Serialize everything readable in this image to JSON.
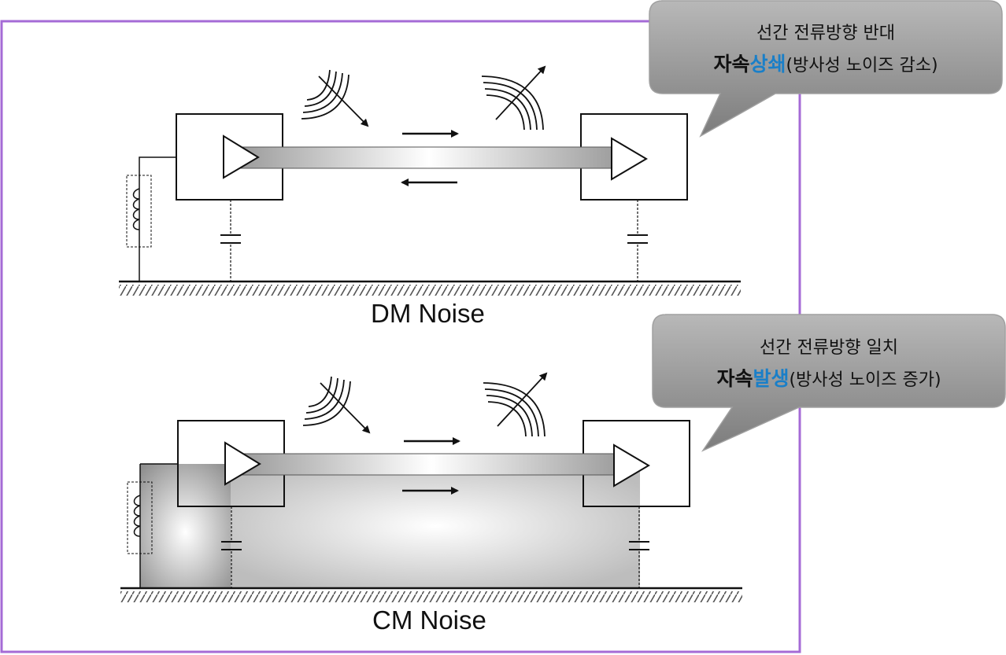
{
  "colors": {
    "frame": "#a56bd6",
    "accent": "#1a7fc8",
    "ink": "#111111"
  },
  "dm": {
    "caption": "DM Noise",
    "callout": {
      "line1": "선간 전류방향 반대",
      "emph": "자속",
      "accent_word": "상쇄",
      "rest": "(방사성 노이즈 감소)"
    }
  },
  "cm": {
    "caption": "CM Noise",
    "callout": {
      "line1": "선간 전류방향 일치",
      "emph": "자속",
      "accent_word": "발생",
      "rest": "(방사성 노이즈 증가)"
    }
  },
  "icons": [
    "triangle-buffer-icon",
    "arrow-right-icon",
    "arrow-left-icon",
    "radiation-waves-icon",
    "inductor-icon",
    "capacitor-icon",
    "ground-hatch-icon"
  ]
}
